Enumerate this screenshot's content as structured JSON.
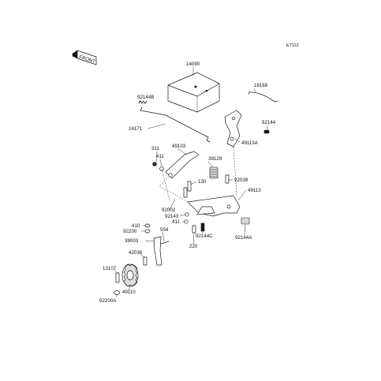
{
  "diagram": {
    "reference_code": "E7112",
    "front_badge": "FRONT",
    "labels": {
      "p14090": "14090",
      "p92144b": "92144B",
      "p16171": "16171",
      "p16169": "16169",
      "p92144": "92144",
      "p49113a": "49113A",
      "p311": "311",
      "p411_top": "411",
      "p49103": "49103",
      "p39129": "39129",
      "p92039": "92039",
      "p130": "130",
      "p49113": "49113",
      "p92002": "92002",
      "p92143": "92143",
      "p411_mid": "411",
      "p92144c": "92144C",
      "p220": "220",
      "p92144a": "92144A",
      "p410": "410",
      "p92200": "92200",
      "p554": "554",
      "p39003": "39003",
      "p42036": "42036",
      "p13107": "13107",
      "p49110": "49110",
      "p92200a": "92200A"
    }
  }
}
